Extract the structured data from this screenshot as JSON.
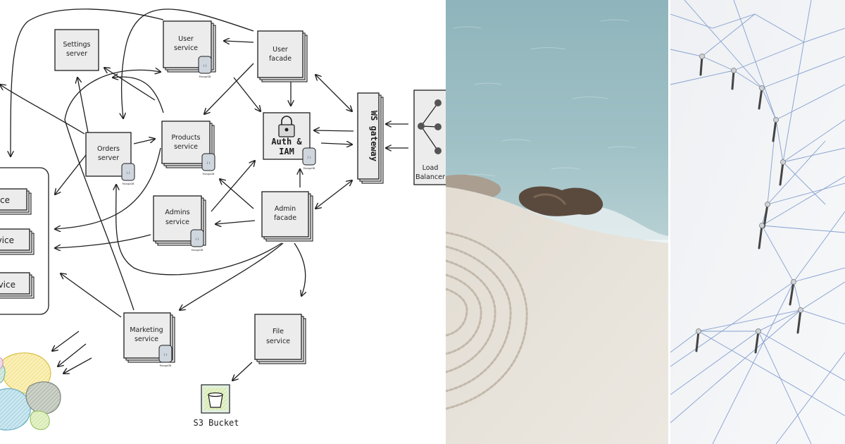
{
  "diagram": {
    "settings_server": [
      "Settings",
      "server"
    ],
    "user_service": [
      "User",
      "service"
    ],
    "user_facade": [
      "User",
      "facade"
    ],
    "orders_server": [
      "Orders",
      "server"
    ],
    "products_service": [
      "Products",
      "service"
    ],
    "auth_iam": [
      "Auth &",
      "IAM"
    ],
    "ws_gateway": "WS gateway",
    "load_balancer": [
      "Load",
      "Balancer"
    ],
    "admins_service": [
      "Admins",
      "service"
    ],
    "admin_facade": [
      "Admin",
      "facade"
    ],
    "marketing_service": [
      "Marketing",
      "service"
    ],
    "file_service": [
      "File",
      "service"
    ],
    "s3_bucket": "S3 Bucket",
    "side_services": [
      "ce",
      "vice",
      "vice"
    ],
    "db_glyph": "{ }",
    "db_caption": "MongoDB"
  }
}
